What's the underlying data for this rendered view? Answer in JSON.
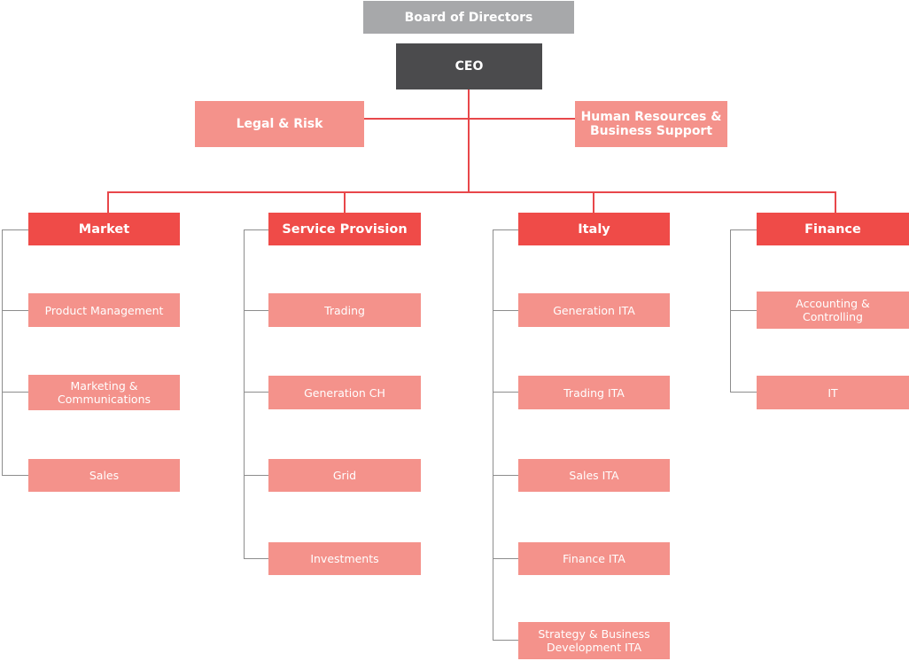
{
  "board": {
    "label": "Board of Directors"
  },
  "ceo": {
    "label": "CEO"
  },
  "staff": {
    "left": "Legal & Risk",
    "right_line1": "Human Resources &",
    "right_line2": "Business Support"
  },
  "divisions": [
    {
      "title": "Market",
      "units": [
        "Product Management",
        [
          "Marketing &",
          "Communications"
        ],
        "Sales"
      ]
    },
    {
      "title": "Service Provision",
      "units": [
        "Trading",
        "Generation CH",
        "Grid",
        "Investments"
      ]
    },
    {
      "title": "Italy",
      "units": [
        "Generation ITA",
        "Trading ITA",
        "Sales ITA",
        "Finance ITA",
        [
          "Strategy & Business",
          "Development ITA"
        ]
      ]
    },
    {
      "title": "Finance",
      "units": [
        [
          "Accounting &",
          "Controlling"
        ],
        "IT"
      ]
    }
  ],
  "colors": {
    "board": "#a7a8aa",
    "ceo": "#4b4b4d",
    "division_head": "#ef4b48",
    "unit": "#f4928b",
    "connector_red": "#e8474a",
    "connector_grey": "#8d8d8d"
  }
}
